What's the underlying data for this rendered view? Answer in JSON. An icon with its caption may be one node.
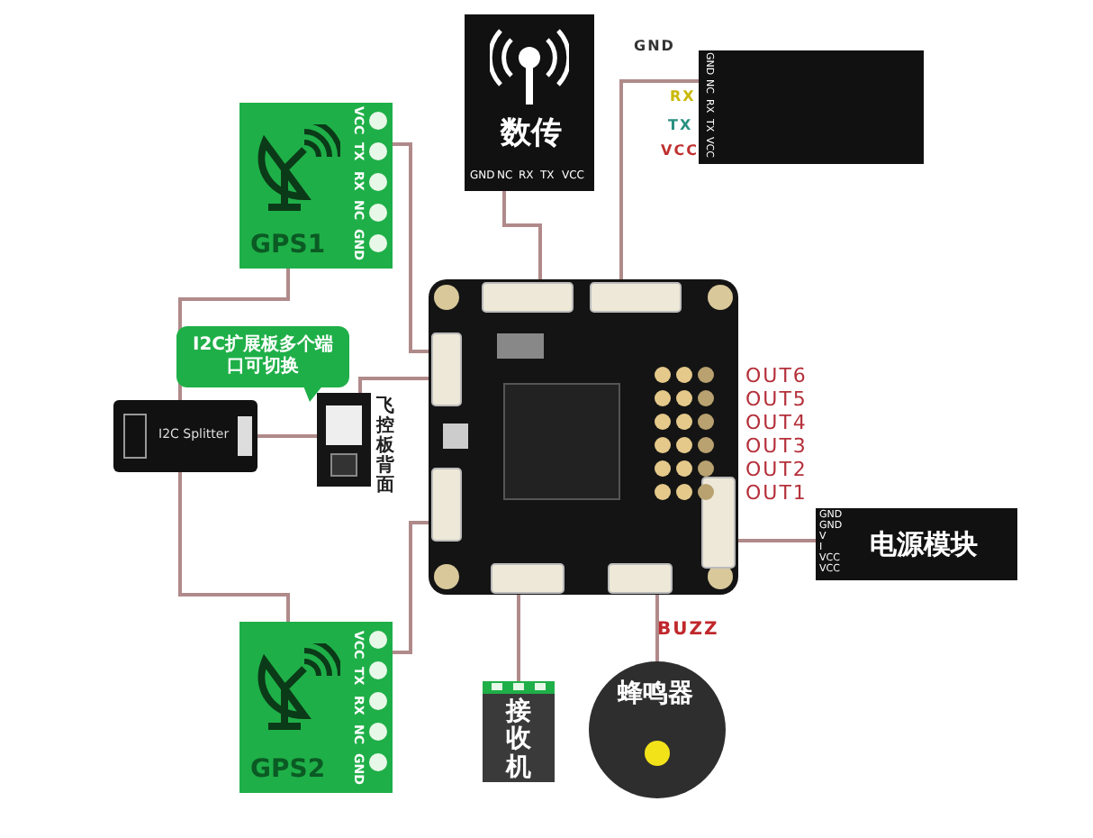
{
  "diagram": {
    "nodes": [
      {
        "text": [
          "GPS1",
          "VCC",
          "TX",
          "RX",
          "NC",
          "GND"
        ]
      },
      {
        "text": [
          "数传",
          "GND",
          "NC",
          "RX",
          "TX",
          "VCC"
        ]
      },
      {
        "text": [
          "GND",
          "NC",
          "RX",
          "TX",
          "VCC"
        ],
        "beside": [
          "GND",
          "RX",
          "TX",
          "VCC"
        ]
      },
      {
        "text": [
          "I2C扩展板多个端口可切换"
        ]
      },
      {
        "text": [
          "I2C Splitter"
        ]
      },
      {
        "text": [
          "飞控板背面"
        ]
      },
      {
        "text": [],
        "shape": "picture",
        "beside": [
          "OUT6",
          "OUT5",
          "OUT4",
          "OUT3",
          "OUT2",
          "OUT1"
        ]
      },
      {
        "text": [
          "GND",
          "GND",
          "V",
          "I",
          "VCC",
          "VCC",
          "电源模块"
        ]
      },
      {
        "text": [
          "GPS2",
          "VCC",
          "TX",
          "RX",
          "NC",
          "GND"
        ]
      },
      {
        "text": [
          "接收机"
        ]
      },
      {
        "text": [
          "蜂鸣器"
        ],
        "beside": [
          "BUZZ"
        ]
      }
    ],
    "edges": [
      {
        "from": 0,
        "to": 6,
        "arrow": "none"
      },
      {
        "from": 0,
        "to": 4,
        "arrow": "none"
      },
      {
        "from": 8,
        "to": 6,
        "arrow": "none"
      },
      {
        "from": 8,
        "to": 4,
        "arrow": "none"
      },
      {
        "from": 1,
        "to": 6,
        "arrow": "none"
      },
      {
        "from": 2,
        "to": 6,
        "arrow": "none"
      },
      {
        "from": 4,
        "to": 5,
        "arrow": "none"
      },
      {
        "from": 5,
        "to": 6,
        "arrow": "none"
      },
      {
        "from": 7,
        "to": 6,
        "arrow": "none"
      },
      {
        "from": 9,
        "to": 6,
        "arrow": "none"
      },
      {
        "from": 10,
        "to": 6,
        "arrow": "none"
      }
    ]
  }
}
